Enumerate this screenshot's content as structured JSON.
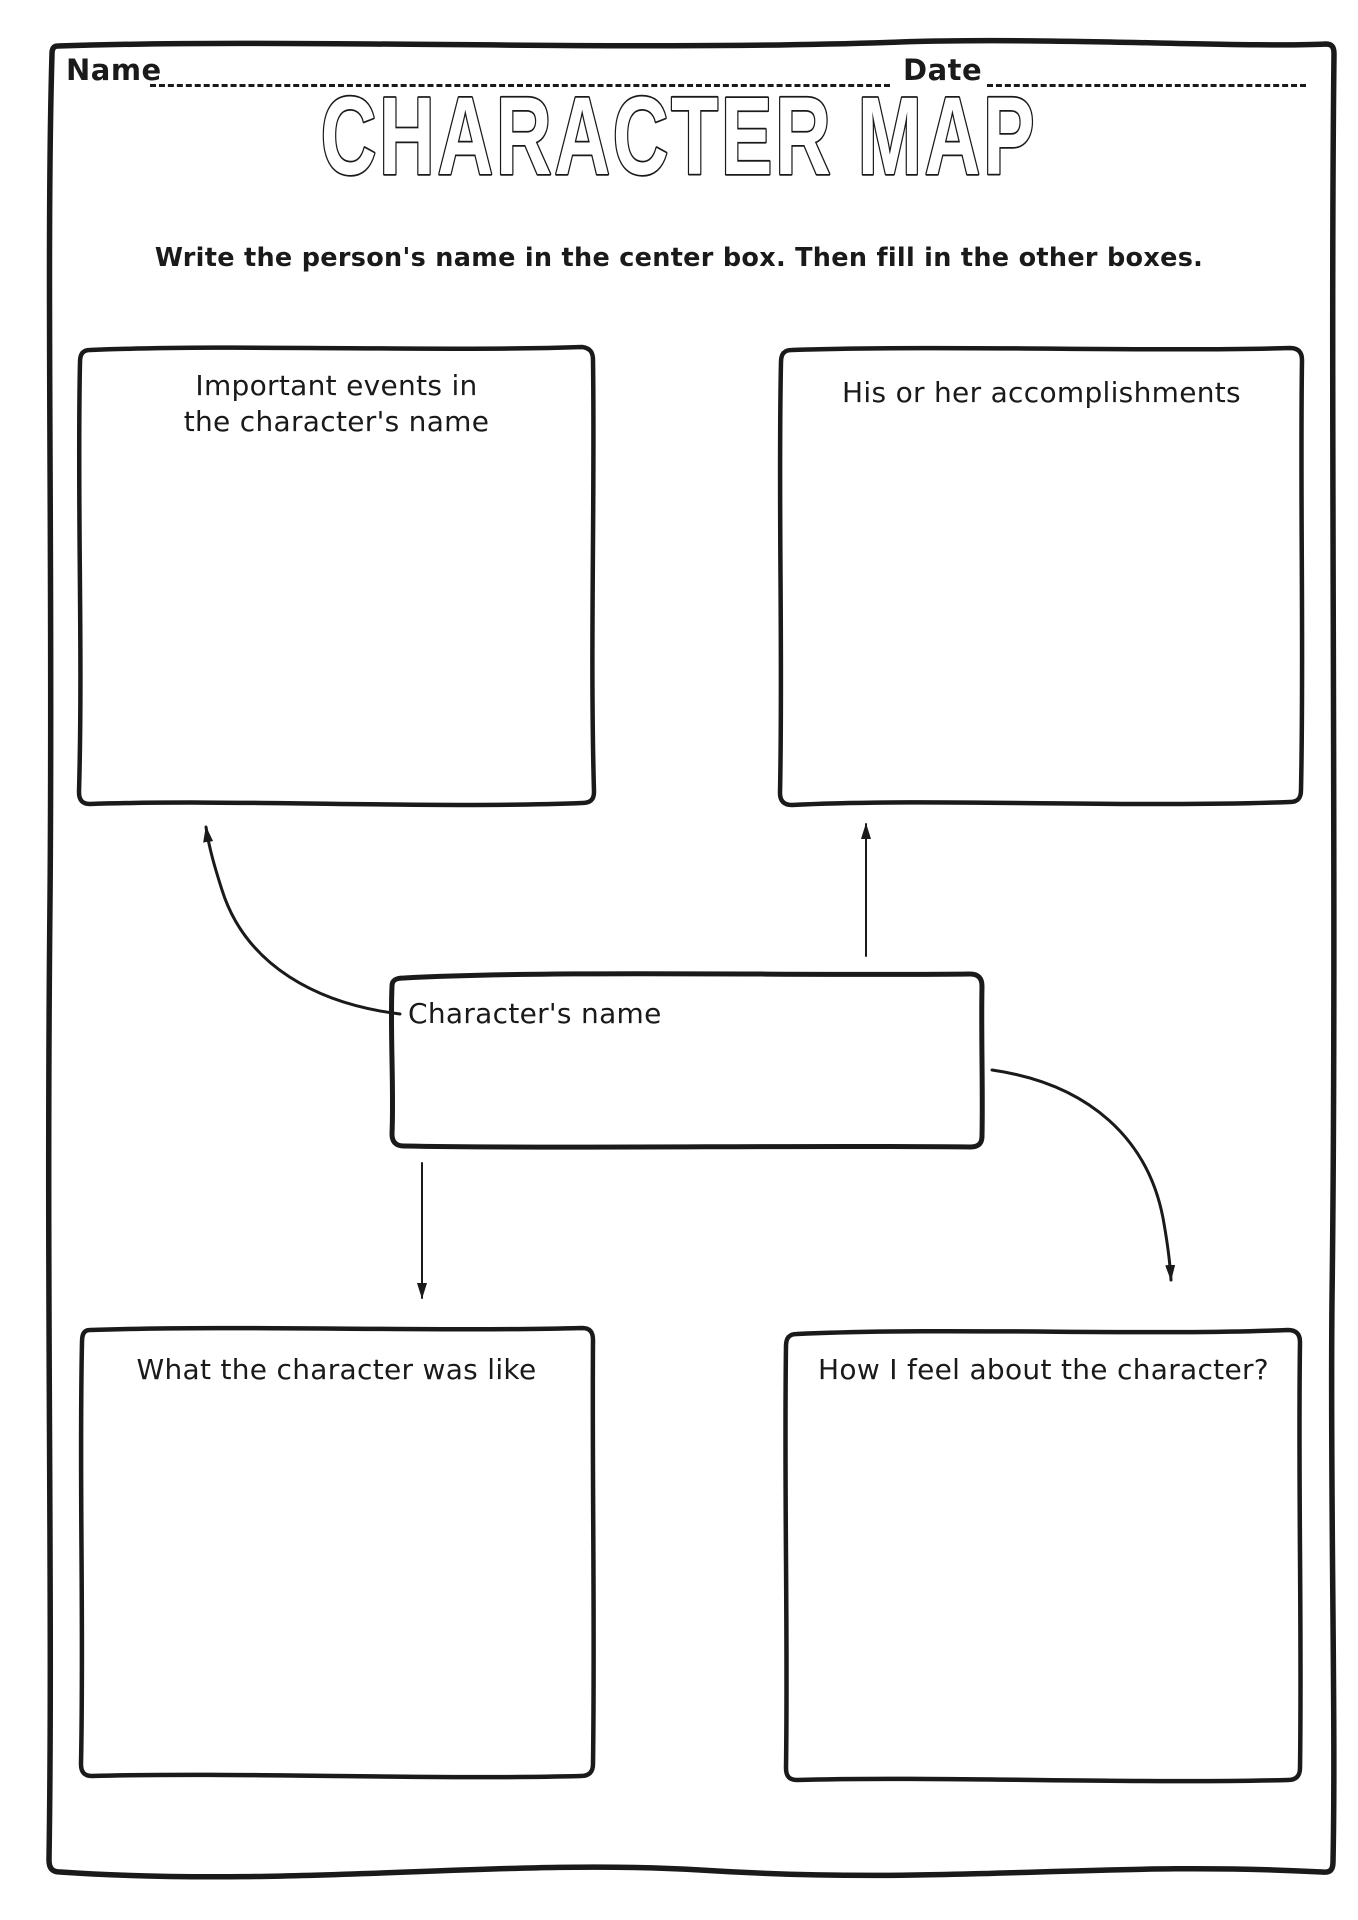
{
  "colors": {
    "ink": "#1a1a1a",
    "paper": "#ffffff"
  },
  "header": {
    "name_label": "Name",
    "date_label": "Date"
  },
  "title": "CHARACTER MAP",
  "subtitle": "Write the person's name in the center box. Then fill in the other boxes.",
  "boxes": {
    "important_events": {
      "label_line1": "Important events in",
      "label_line2": "the character's name"
    },
    "accomplishments": {
      "label": "His or her accomplishments"
    },
    "character_name": {
      "label": "Character's name"
    },
    "character_like": {
      "label": "What the character was like"
    },
    "feelings": {
      "label": "How I feel about the character?"
    }
  }
}
